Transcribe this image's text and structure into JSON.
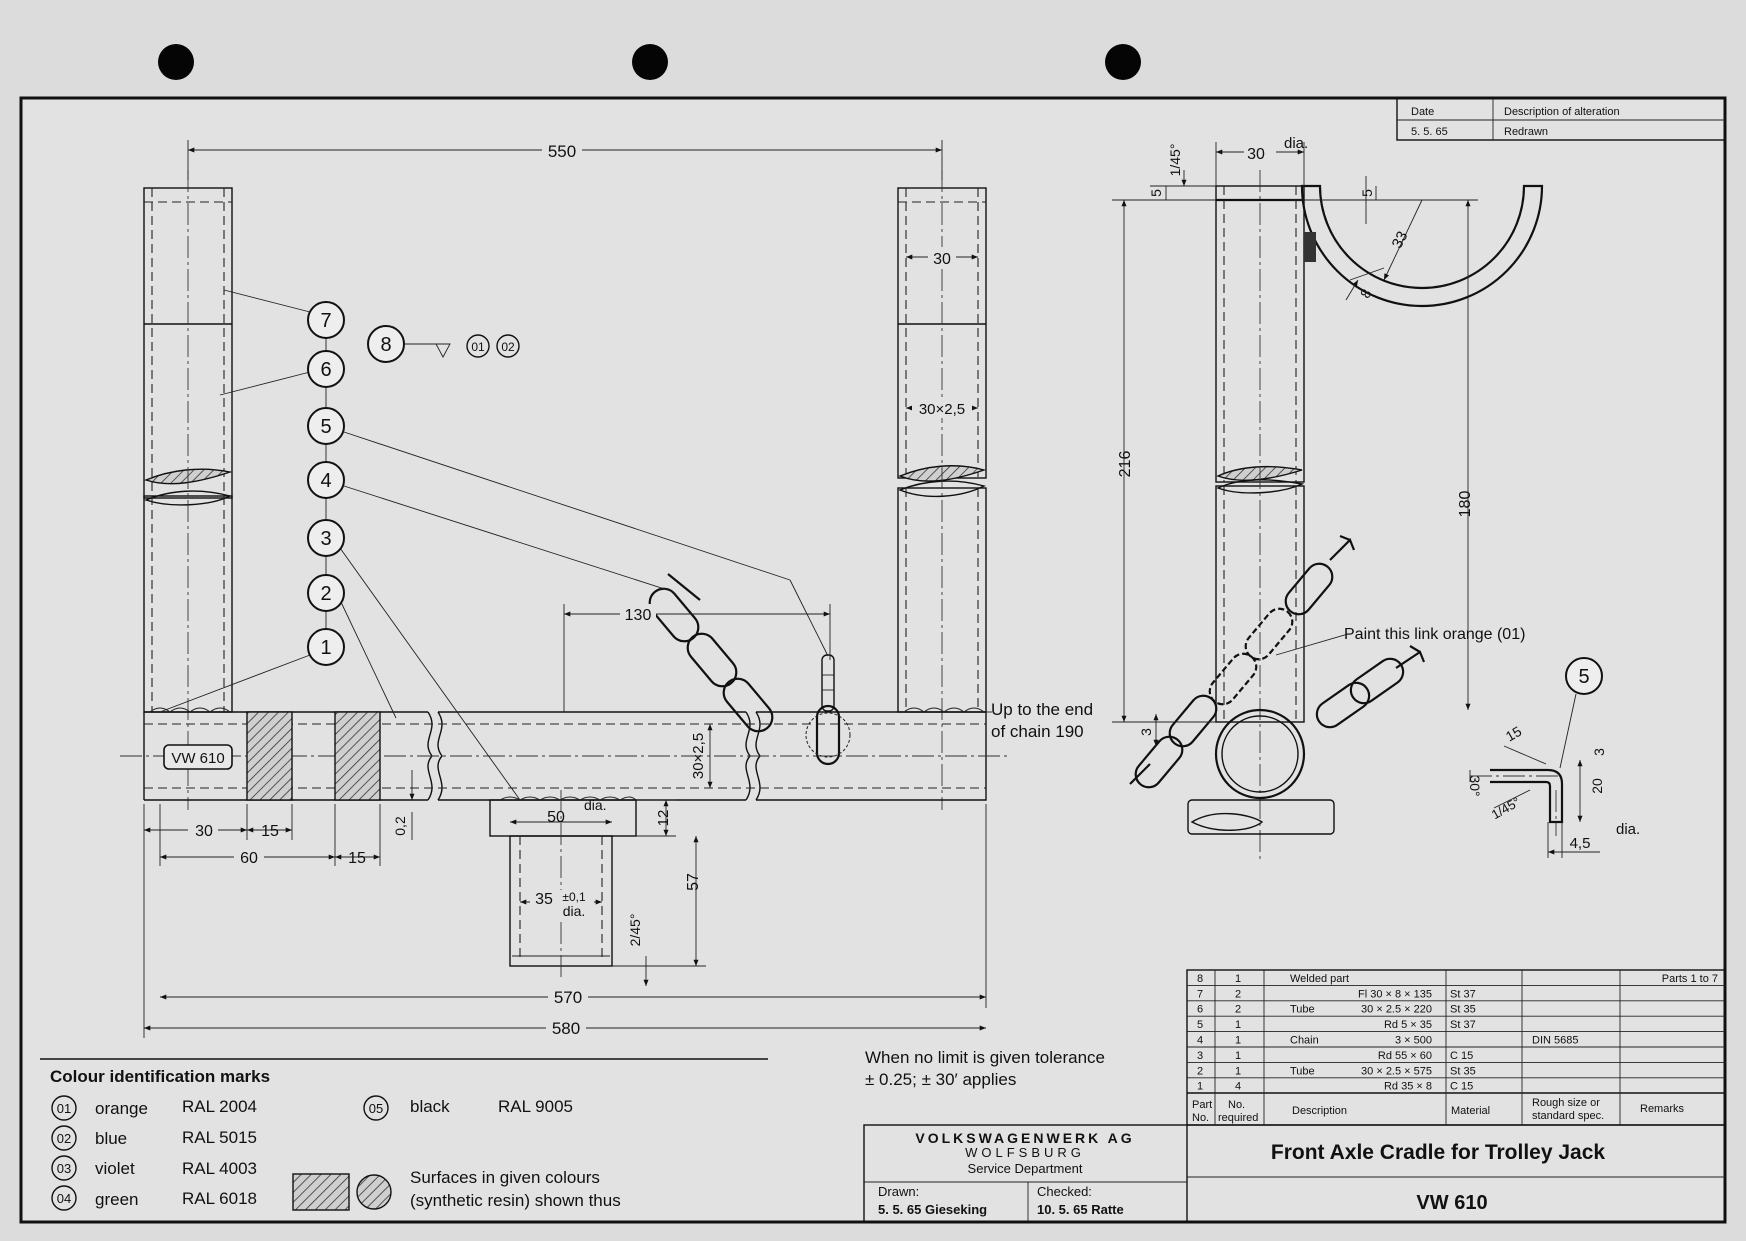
{
  "revision_block": {
    "headers": {
      "date": "Date",
      "description": "Description of alteration"
    },
    "rows": [
      {
        "date": "5. 5. 65",
        "description": "Redrawn"
      }
    ]
  },
  "dimensions": {
    "d550": "550",
    "d30_tube": "30",
    "d30x25_tube": "30×2,5",
    "d130": "130",
    "d30x25_vert": "30×2,5",
    "d50dia": "50",
    "d50dia_suffix": "dia.",
    "d12": "12",
    "d57": "57",
    "d35dia": "35",
    "d35tol": "±0,1",
    "d35dia_suffix": "dia.",
    "d2x45": "2/45°",
    "d30_left": "30",
    "d15_a": "15",
    "d60": "60",
    "d15_b": "15",
    "d02": "0,2",
    "d570": "570",
    "d580": "580",
    "d30dia_side": "30",
    "d30dia_side_suffix": "dia.",
    "d1x45_side": "1/45°",
    "d5_left": "5",
    "d5_right": "5",
    "d33": "33",
    "d8": "8",
    "d216": "216",
    "d180": "180",
    "d3_side": "3",
    "detail_15": "15",
    "detail_30": "30°",
    "detail_1x45": "1/45°",
    "detail_3": "3",
    "detail_20": "20",
    "detail_45dia": "4,5",
    "detail_45dia_suffix": "dia."
  },
  "annotations": {
    "chain_end_line1": "Up to the end",
    "chain_end_line2": "of chain 190",
    "paint_link": "Paint this link orange (01)",
    "tube_marking": "VW 610",
    "tolerance_line1": "When no limit is given tolerance",
    "tolerance_line2": "± 0.25; ± 30′ applies",
    "weld_mark_1": "01",
    "weld_mark_2": "02"
  },
  "balloons": [
    "1",
    "2",
    "3",
    "4",
    "5",
    "6",
    "7",
    "8"
  ],
  "detail_balloon": "5",
  "colour_marks": {
    "title": "Colour identification marks",
    "items": [
      {
        "code": "01",
        "name": "orange",
        "ral": "RAL 2004"
      },
      {
        "code": "02",
        "name": "blue",
        "ral": "RAL 5015"
      },
      {
        "code": "03",
        "name": "violet",
        "ral": "RAL 4003"
      },
      {
        "code": "04",
        "name": "green",
        "ral": "RAL 6018"
      },
      {
        "code": "05",
        "name": "black",
        "ral": "RAL 9005"
      }
    ],
    "surfaces_line1": "Surfaces in given colours",
    "surfaces_line2": "(synthetic resin) shown thus"
  },
  "parts_list": {
    "headers": {
      "part_no": "Part",
      "part_no2": "No.",
      "qty": "No.",
      "qty2": "required",
      "description": "Description",
      "material": "Material",
      "rough": "Rough size or",
      "rough2": "standard spec.",
      "remarks": "Remarks"
    },
    "rows": [
      {
        "part": "8",
        "qty": "1",
        "desc": "Welded part",
        "size": "",
        "mat": "",
        "std": "",
        "remark": "Parts 1 to 7"
      },
      {
        "part": "7",
        "qty": "2",
        "desc": "",
        "size": "Fl 30 × 8 × 135",
        "mat": "St 37",
        "std": "",
        "remark": ""
      },
      {
        "part": "6",
        "qty": "2",
        "desc": "Tube",
        "size": "30 × 2.5 × 220",
        "mat": "St 35",
        "std": "",
        "remark": ""
      },
      {
        "part": "5",
        "qty": "1",
        "desc": "",
        "size": "Rd 5 × 35",
        "mat": "St 37",
        "std": "",
        "remark": ""
      },
      {
        "part": "4",
        "qty": "1",
        "desc": "Chain",
        "size": "3 × 500",
        "mat": "",
        "std": "DIN 5685",
        "remark": ""
      },
      {
        "part": "3",
        "qty": "1",
        "desc": "",
        "size": "Rd 55 × 60",
        "mat": "C 15",
        "std": "",
        "remark": ""
      },
      {
        "part": "2",
        "qty": "1",
        "desc": "Tube",
        "size": "30 × 2.5 × 575",
        "mat": "St 35",
        "std": "",
        "remark": ""
      },
      {
        "part": "1",
        "qty": "4",
        "desc": "",
        "size": "Rd 35 × 8",
        "mat": "C 15",
        "std": "",
        "remark": ""
      }
    ]
  },
  "title_block": {
    "company": "VOLKSWAGENWERK AG",
    "city": "WOLFSBURG",
    "department": "Service Department",
    "drawn_label": "Drawn:",
    "drawn_value": "5. 5. 65 Gieseking",
    "checked_label": "Checked:",
    "checked_value": "10. 5. 65 Ratte",
    "title": "Front Axle Cradle for Trolley Jack",
    "number": "VW 610"
  }
}
